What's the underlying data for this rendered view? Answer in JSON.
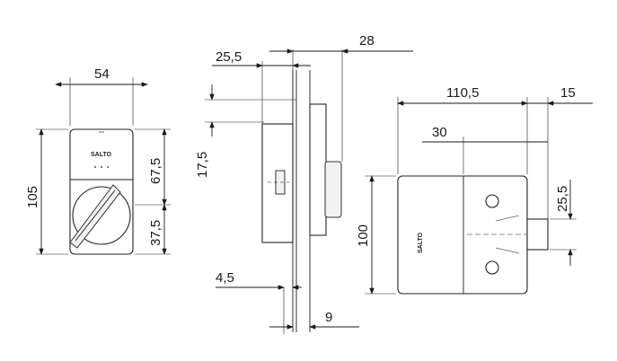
{
  "front_view": {
    "width": "54",
    "height": "105",
    "upper": "67,5",
    "lower": "37,5",
    "logo": "SALTO"
  },
  "side_view": {
    "offset_top": "25,5",
    "depth": "28",
    "height_rise": "17,5",
    "base": "4,5",
    "plate": "9"
  },
  "back_view": {
    "width": "110,5",
    "tail": "15",
    "inner": "30",
    "height": "100",
    "bolt": "25,5",
    "logo": "SALTO"
  }
}
